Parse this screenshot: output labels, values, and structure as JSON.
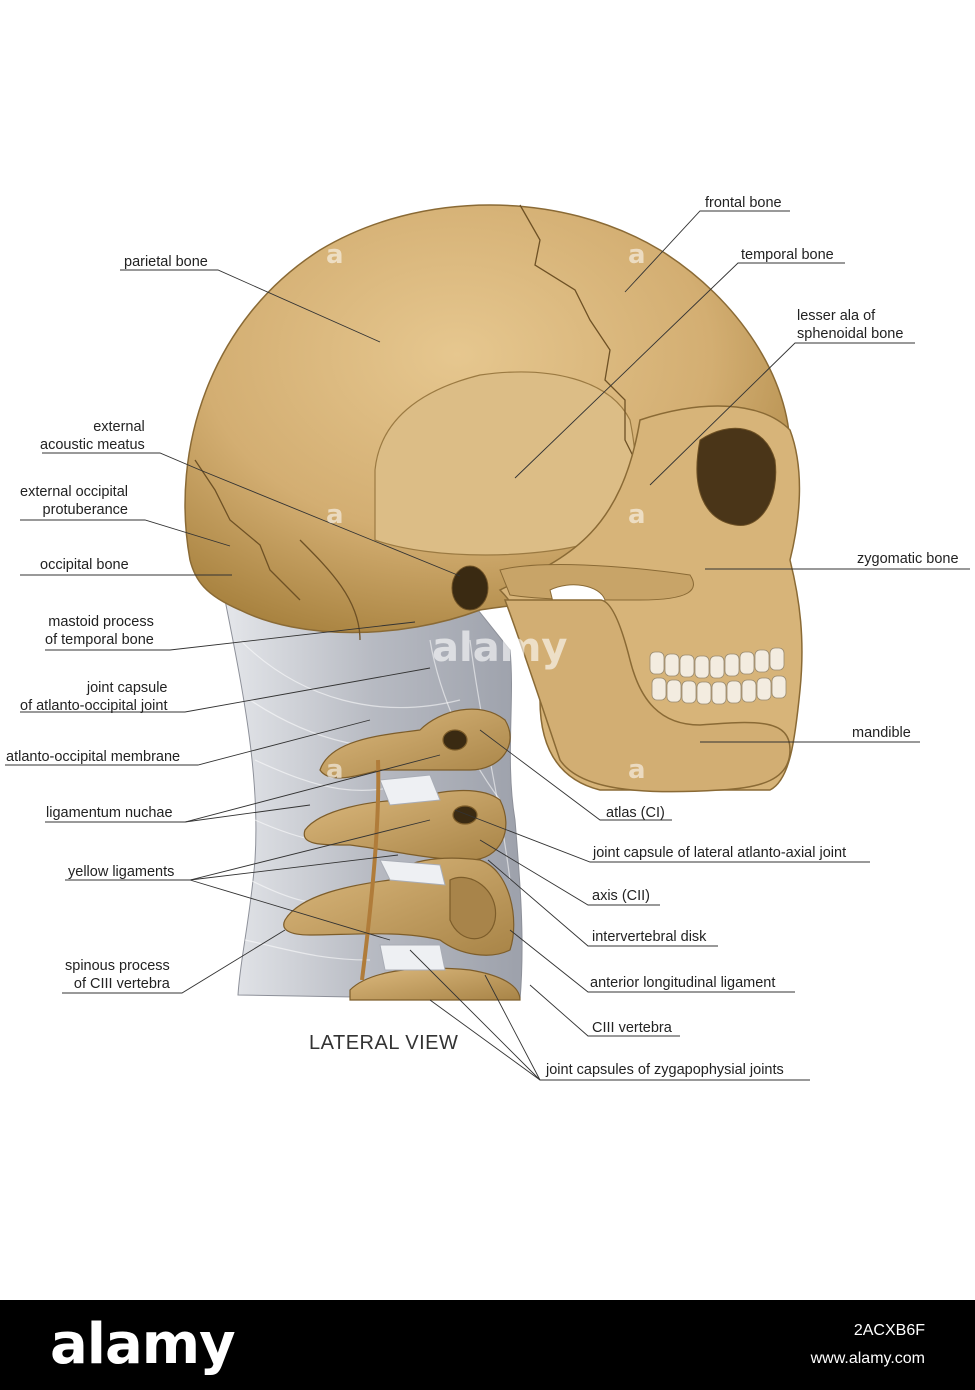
{
  "figure": {
    "title": "LATERAL VIEW",
    "labels_left": [
      {
        "id": "parietal",
        "text": "parietal bone"
      },
      {
        "id": "ext-acoustic",
        "text": "external\nacoustic meatus"
      },
      {
        "id": "ext-occipital",
        "text": "external occipital\nprotuberance"
      },
      {
        "id": "occipital",
        "text": "occipital bone"
      },
      {
        "id": "mastoid",
        "text": "mastoid process\nof temporal bone"
      },
      {
        "id": "joint-capsule-ao",
        "text": "joint capsule\nof atlanto-occipital joint"
      },
      {
        "id": "ao-membrane",
        "text": "atlanto-occipital membrane"
      },
      {
        "id": "lig-nuchae",
        "text": "ligamentum nuchae"
      },
      {
        "id": "yellow-lig",
        "text": "yellow ligaments"
      },
      {
        "id": "spinous",
        "text": "spinous process\nof CIII vertebra"
      }
    ],
    "labels_right": [
      {
        "id": "frontal",
        "text": "frontal bone"
      },
      {
        "id": "temporal",
        "text": "temporal bone"
      },
      {
        "id": "lesser-ala",
        "text": "lesser ala of\nsphenoidal bone"
      },
      {
        "id": "zygomatic",
        "text": "zygomatic bone"
      },
      {
        "id": "mandible",
        "text": "mandible"
      },
      {
        "id": "atlas",
        "text": "atlas (CI)"
      },
      {
        "id": "joint-capsule-aa",
        "text": "joint capsule of lateral atlanto-axial joint"
      },
      {
        "id": "axis",
        "text": "axis (CII)"
      },
      {
        "id": "intervertebral",
        "text": "intervertebral disk"
      },
      {
        "id": "ant-long-lig",
        "text": "anterior longitudinal ligament"
      },
      {
        "id": "ciii",
        "text": "CIII vertebra"
      },
      {
        "id": "zyg-joints",
        "text": "joint capsules of zygapophysial joints"
      }
    ]
  },
  "watermark": {
    "logo_text": "alamy",
    "image_code": "2ACXB6F",
    "site": "www.alamy.com",
    "small_mark": "a"
  },
  "colors": {
    "bone": "#d8b57c",
    "bone_shadow": "#a57f45",
    "ligament": "#b9bcc4",
    "leader_line": "#333333",
    "footer": "#000000"
  }
}
